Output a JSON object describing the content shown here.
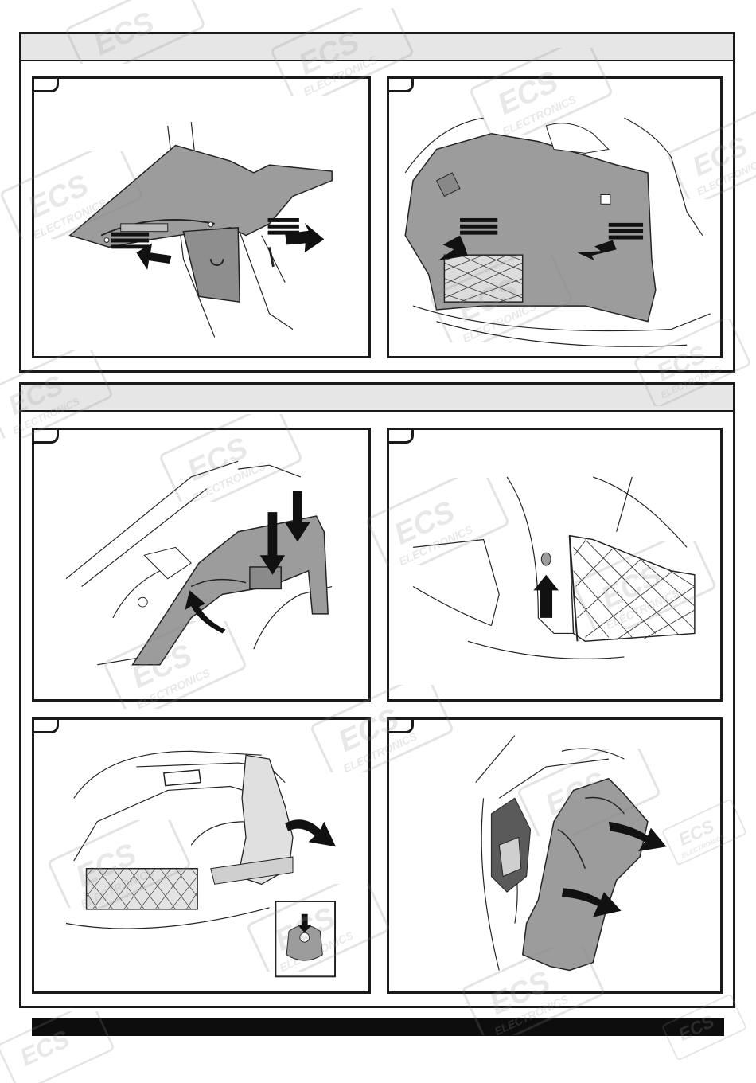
{
  "watermark": {
    "logo": "ECS",
    "sub": "ELECTRONICS"
  },
  "icons": [
    "arrow-icon",
    "trim-panel-illustration",
    "net-illustration",
    "clip-detail-illustration"
  ],
  "colors": {
    "panel_fill": "#9c9c9c",
    "header_fill": "#e6e6e6",
    "border": "#1a1a1a",
    "footer": "#0d0d0d"
  }
}
